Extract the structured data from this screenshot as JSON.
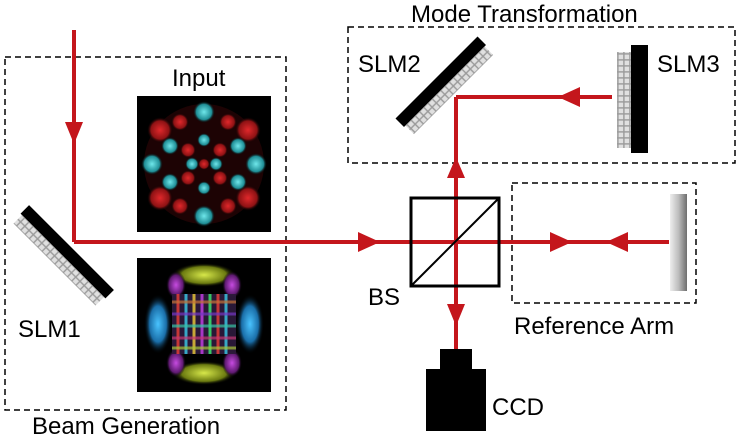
{
  "labels": {
    "mode_transformation": "Mode Transformation",
    "beam_generation": "Beam Generation",
    "reference_arm": "Reference Arm",
    "input": "Input",
    "slm1": "SLM1",
    "slm2": "SLM2",
    "slm3": "SLM3",
    "bs": "BS",
    "ccd": "CCD"
  },
  "colors": {
    "beam": "#c4161c",
    "frame": "#000000",
    "mirror_back": "#000000",
    "pixel_surface": "#b5b5b5",
    "ref_mirror_dark": "#7a7a7a",
    "ref_mirror_light": "#e6e6e6"
  }
}
